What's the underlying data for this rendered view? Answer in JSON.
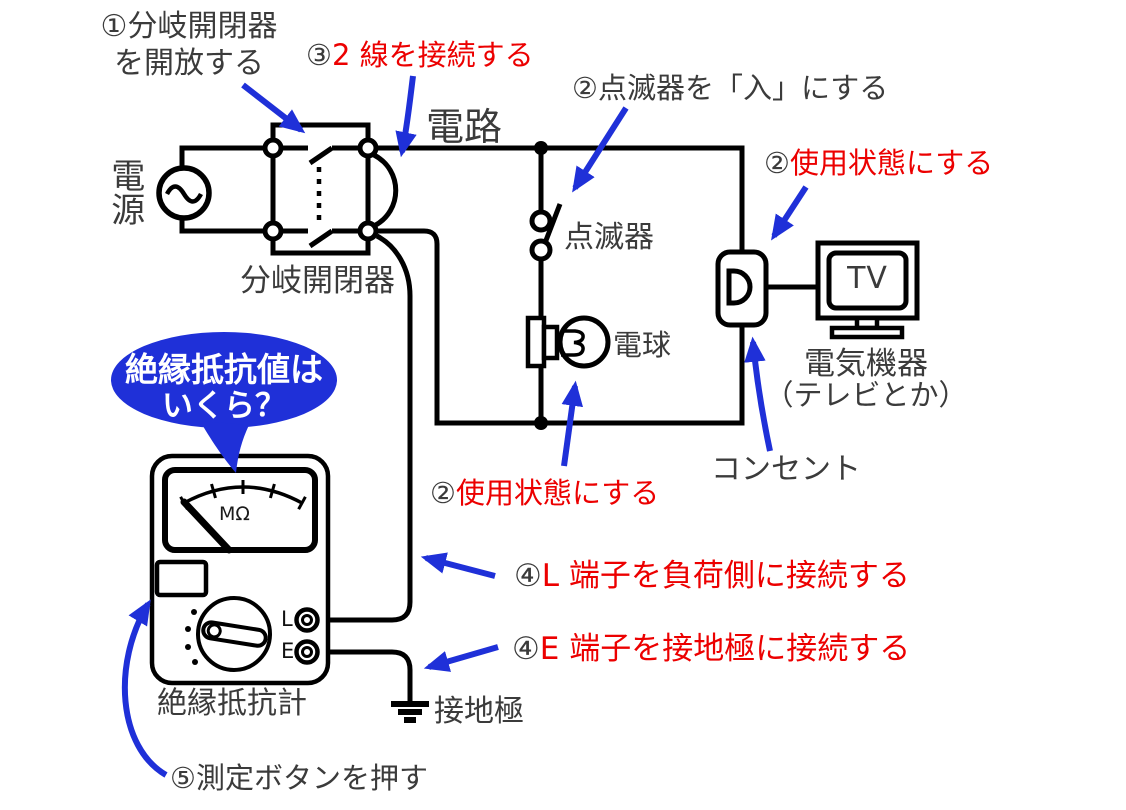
{
  "colors": {
    "accent_blue": "#1f30d8",
    "accent_red": "#ec0000",
    "text_dark": "#3b3b3b",
    "line_black": "#000000"
  },
  "bubble": {
    "line1": "絶縁抵抗値は",
    "line2": "いくら？"
  },
  "steps": {
    "open_breaker": {
      "num": "①",
      "line1": "分岐開閉器",
      "line2": "を開放する"
    },
    "switch_on": {
      "num": "②",
      "text": "点滅器を「入」にする"
    },
    "outlet_in_use": {
      "num": "②",
      "text": "使用状態にする"
    },
    "bulb_in_use": {
      "num": "②",
      "text": "使用状態にする"
    },
    "connect_two_wires": {
      "num": "③",
      "text": "2 線を接続する"
    },
    "connect_l": {
      "num": "④",
      "text": "L 端子を負荷側に接続する"
    },
    "connect_e": {
      "num": "④",
      "text": "E 端子を接地極に接続する"
    },
    "press_button": {
      "num": "⑤",
      "text": "測定ボタンを押す"
    }
  },
  "labels": {
    "power_source": "電源",
    "circuit": "電路",
    "branch_breaker": "分岐開閉器",
    "switch": "点滅器",
    "bulb": "電球",
    "outlet": "コンセント",
    "appliance": "電気機器",
    "appliance_note": "（テレビとか）",
    "tv": "TV",
    "meter": "絶縁抵抗計",
    "ground": "接地極",
    "meter_scale_unit": "MΩ",
    "terminal_l": "L",
    "terminal_e": "E"
  }
}
